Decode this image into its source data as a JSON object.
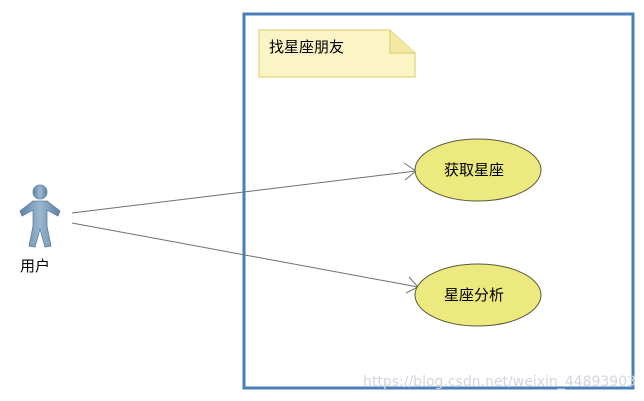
{
  "diagram": {
    "system_boundary": {
      "title": "找星座朋友"
    },
    "actor": {
      "name": "用户"
    },
    "use_cases": [
      {
        "label": "获取星座"
      },
      {
        "label": "星座分析"
      }
    ],
    "colors": {
      "boundary_border": "#4a7ebb",
      "note_fill": "#fbf5c6",
      "note_border": "#d7ca6a",
      "use_case_fill": "#ece97f",
      "use_case_border": "#5a5a3a",
      "actor_fill": "#7496b4",
      "association_line": "#707070"
    }
  },
  "watermark": "https://blog.csdn.net/weixin_44893903"
}
